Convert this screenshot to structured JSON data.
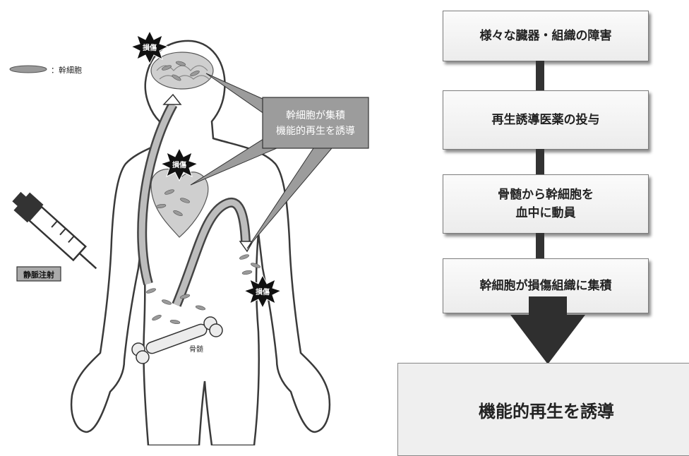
{
  "legend": {
    "label": "：幹細胞"
  },
  "labels": {
    "damage_brain": "損傷",
    "damage_heart": "損傷",
    "damage_arm": "損傷",
    "injection": "静脈注射",
    "bone": "骨髄",
    "callout_line1": "幹細胞が集積",
    "callout_line2": "機能的再生を誘導"
  },
  "flow": {
    "steps": [
      "様々な臓器・組織の障害",
      "再生誘導医薬の投与",
      "骨髄から幹細胞を\n血中に動員",
      "幹細胞が損傷組織に集積"
    ],
    "result": "機能的再生を誘導"
  },
  "colors": {
    "box_border": "#7c7c7c",
    "connector": "#333333",
    "body_outline": "#3a3a3a",
    "organ_fill": "#cfcfcf"
  }
}
